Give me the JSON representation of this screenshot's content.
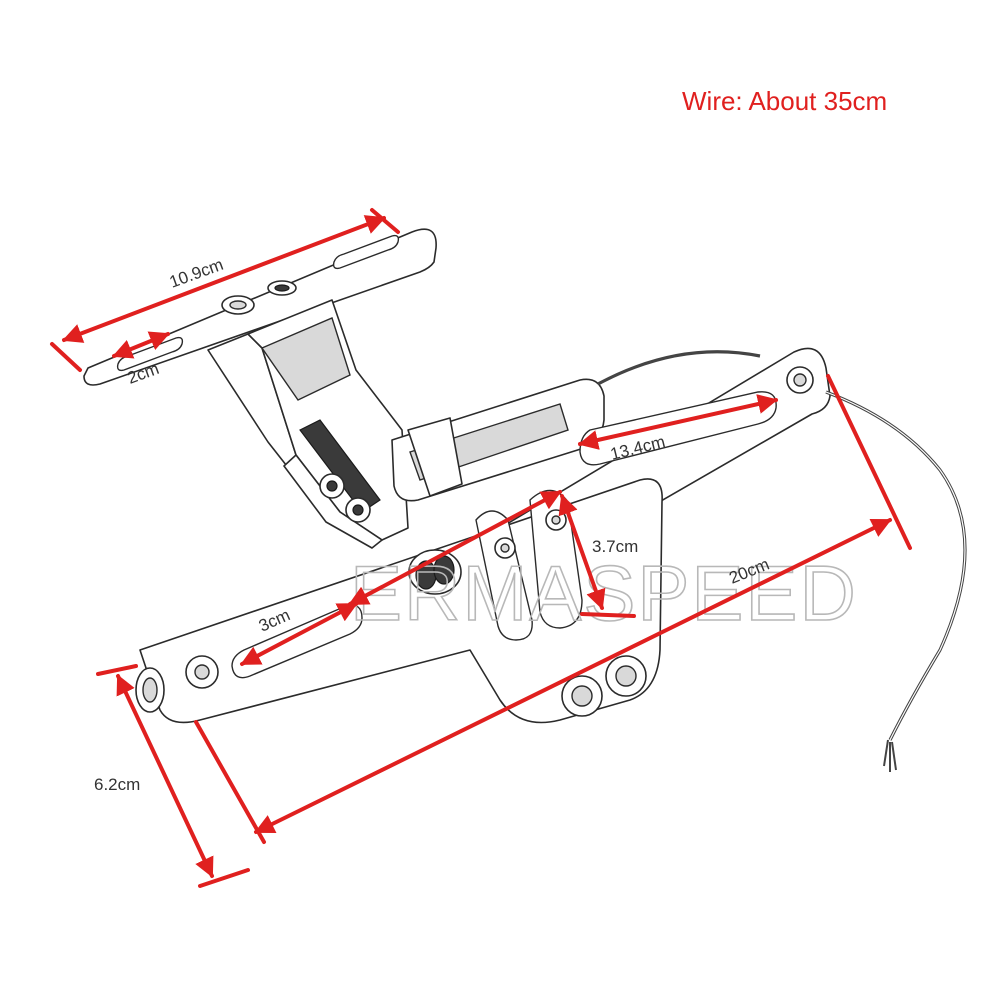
{
  "header": {
    "wire_note": "Wire: About 35cm"
  },
  "watermark": {
    "text": "ERMASPEED"
  },
  "dimensions": {
    "top_width": "10.9cm",
    "top_slot": "2cm",
    "slot_length": "13.4cm",
    "short_slot": "3cm",
    "vertical_slot": "3.7cm",
    "overall_length": "20cm",
    "height": "6.2cm"
  },
  "colors": {
    "dimension": "#e0201f",
    "outline": "#2b2b2b",
    "watermark": "#b8b8b8"
  }
}
